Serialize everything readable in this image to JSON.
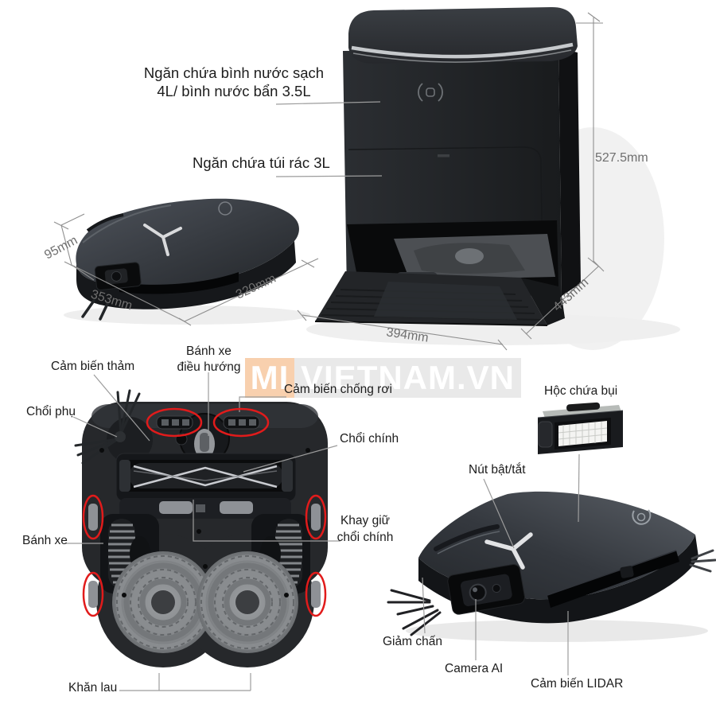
{
  "watermark": {
    "left": "MI",
    "right": "VIETNAM.VN"
  },
  "dock": {
    "label_water_tank_line1": "Ngăn chứa bình nước sạch",
    "label_water_tank_line2": "4L/ bình nước bẩn 3.5L",
    "label_dust_bag": "Ngăn chứa túi rác 3L",
    "dim_height": "527.5mm",
    "dim_depth": "443mm",
    "dim_width": "394mm"
  },
  "robot_side_view": {
    "dim_height": "95mm",
    "dim_width": "353mm",
    "dim_depth": "320mm"
  },
  "underside_view": {
    "label_carpet_sensor": "Cảm biến thảm",
    "label_caster_wheel_line1": "Bánh xe",
    "label_caster_wheel_line2": "điều hướng",
    "label_cliff_sensor": "Cảm biến chống rơi",
    "label_side_brush": "Chổi phụ",
    "label_main_brush": "Chổi chính",
    "label_brush_tray_line1": "Khay giữ",
    "label_brush_tray_line2": "chổi chính",
    "label_wheel": "Bánh xe",
    "label_mop_cloth": "Khăn lau"
  },
  "top_view": {
    "label_dust_box": "Hộc chứa bụi",
    "label_power_button": "Nút bật/tắt",
    "label_bumper": "Giảm chấn",
    "label_camera": "Camera AI",
    "label_lidar": "Cảm biến LIDAR"
  },
  "colors": {
    "annotation_red": "#e11b1b",
    "leader_line": "#9c9c9c",
    "dimension_text": "#6f6f6f",
    "label_text": "#1c1c1c",
    "watermark_orange": "#f8d0ae",
    "watermark_gray": "#e9e9e9",
    "watermark_text": "#ffffff"
  }
}
